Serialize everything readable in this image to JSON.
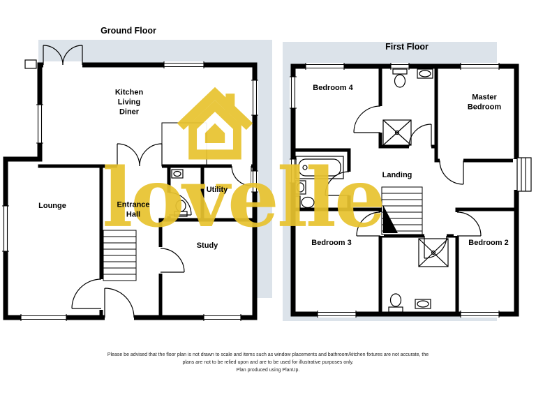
{
  "ground_floor": {
    "title": "Ground Floor",
    "rooms": {
      "kitchen_living_diner": "Kitchen\nLiving\nDiner",
      "lounge": "Lounge",
      "entrance_hall": "Entrance\nHall",
      "utility": "Utility",
      "study": "Study"
    }
  },
  "first_floor": {
    "title": "First Floor",
    "rooms": {
      "bedroom_4": "Bedroom 4",
      "master_bedroom": "Master\nBedroom",
      "landing": "Landing",
      "bedroom_3": "Bedroom 3",
      "bedroom_2": "Bedroom 2"
    }
  },
  "watermark": {
    "text": "lovelle",
    "icon": "house-icon",
    "color": "#e8c330"
  },
  "footer": {
    "disclaimer": "Please be advised that the floor plan is not drawn to scale and items such as window placements and bathroom/kitchen fixtures are not accurate, the\nplans are not to be relied upon and are to be used for illustrative purposes only.\nPlan produced using PlanUp."
  },
  "colors": {
    "plan_background": "#dce3ea",
    "walls": "#000000",
    "room_fill": "#ffffff",
    "watermark_gold": "#e8c330"
  }
}
